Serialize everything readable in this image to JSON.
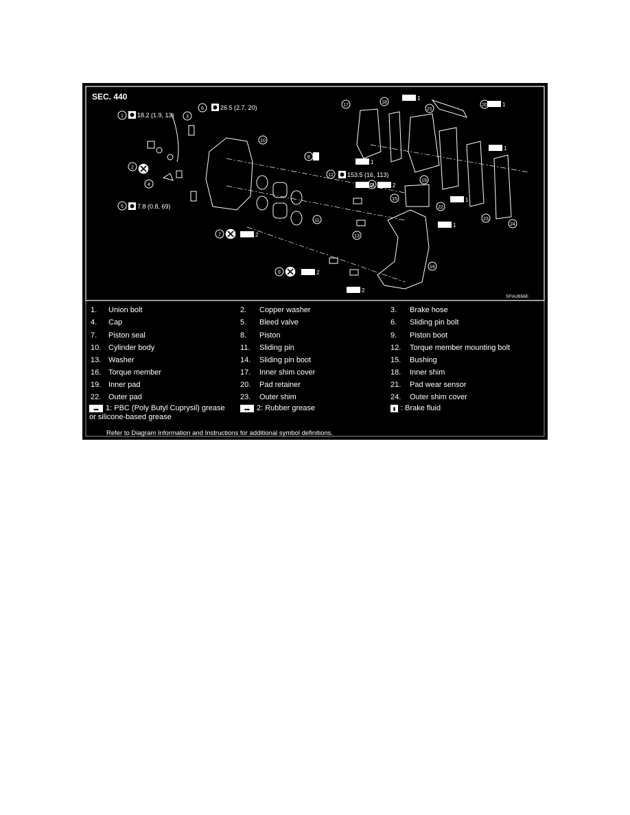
{
  "figure": {
    "section": "SEC. 440",
    "figure_code": "SFIA2656E",
    "torque_specs": [
      {
        "callout": "1",
        "value": "18.2 (1.9, 13)"
      },
      {
        "callout": "6",
        "value": "26.5 (2.7, 20)"
      },
      {
        "callout": "5",
        "value": "7.8 (0.8, 69)"
      },
      {
        "callout": "12",
        "value": "153.5 (16, 113)"
      }
    ],
    "callouts": [
      "1",
      "2",
      "3",
      "4",
      "5",
      "6",
      "7",
      "8",
      "9",
      "10",
      "11",
      "12",
      "13",
      "14",
      "15",
      "16",
      "17",
      "18",
      "19",
      "20",
      "21",
      "22",
      "23",
      "24"
    ],
    "grease_marks": [
      "1",
      "1",
      "1",
      "1",
      "2",
      "2",
      "2",
      "2",
      "1",
      "1",
      "1"
    ],
    "icons": [
      "torque-wrench-icon",
      "do-not-reuse-icon",
      "grease-icon",
      "brake-fluid-icon"
    ]
  },
  "legend": {
    "rows": [
      [
        {
          "n": "1.",
          "label": "Union bolt"
        },
        {
          "n": "2.",
          "label": "Copper washer"
        },
        {
          "n": "3.",
          "label": "Brake hose"
        }
      ],
      [
        {
          "n": "4.",
          "label": "Cap"
        },
        {
          "n": "5.",
          "label": "Bleed valve"
        },
        {
          "n": "6.",
          "label": "Sliding pin bolt"
        }
      ],
      [
        {
          "n": "7.",
          "label": "Piston seal"
        },
        {
          "n": "8.",
          "label": "Piston"
        },
        {
          "n": "9.",
          "label": "Piston boot"
        }
      ],
      [
        {
          "n": "10.",
          "label": "Cylinder body"
        },
        {
          "n": "11.",
          "label": "Sliding pin"
        },
        {
          "n": "12.",
          "label": "Torque member mounting bolt"
        }
      ],
      [
        {
          "n": "13.",
          "label": "Washer"
        },
        {
          "n": "14.",
          "label": "Sliding pin boot"
        },
        {
          "n": "15.",
          "label": "Bushing"
        }
      ],
      [
        {
          "n": "16.",
          "label": "Torque member"
        },
        {
          "n": "17.",
          "label": "Inner shim cover"
        },
        {
          "n": "18.",
          "label": "Inner shim"
        }
      ],
      [
        {
          "n": "19.",
          "label": "Inner pad"
        },
        {
          "n": "20.",
          "label": "Pad retainer"
        },
        {
          "n": "21.",
          "label": "Pad wear sensor"
        }
      ],
      [
        {
          "n": "22.",
          "label": "Outer pad"
        },
        {
          "n": "23.",
          "label": "Outer shim"
        },
        {
          "n": "24.",
          "label": "Outer shim cover"
        }
      ]
    ],
    "symbols": {
      "pbc_grease_line1": "1: PBC (Poly Butyl Cuprysil) grease",
      "pbc_grease_line2": "or silicone-based grease",
      "rubber_grease": "2: Rubber grease",
      "brake_fluid": ": Brake fluid"
    },
    "note": "Refer to Diagram Information and Instructions for additional symbol definitions."
  }
}
